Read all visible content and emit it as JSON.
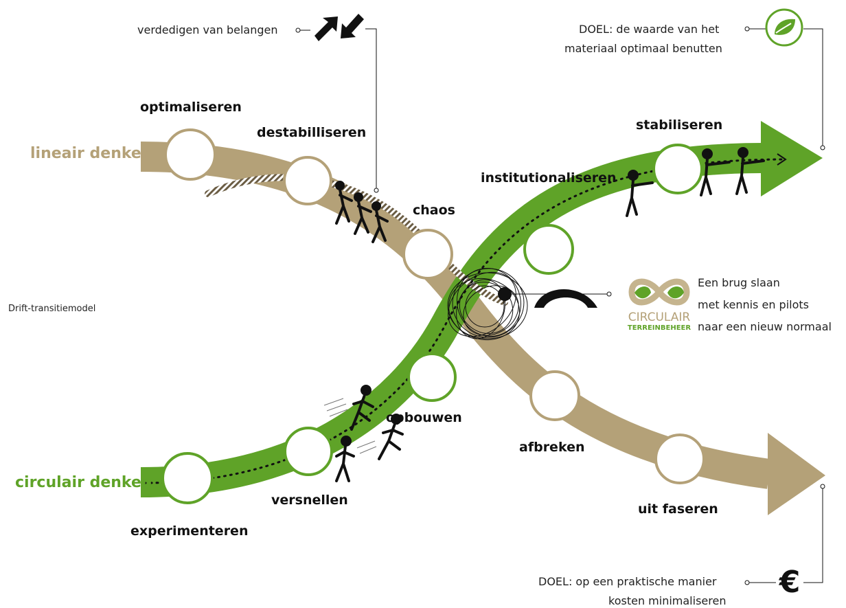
{
  "caption": "Drift-transitiemodel",
  "tracks": {
    "linear": "lineair denken",
    "circular": "circulair denken"
  },
  "phases": {
    "optimaliseren": "optimaliseren",
    "destabiliseren": "destabilliseren",
    "chaos": "chaos",
    "afbreken": "afbreken",
    "uit_faseren": "uit faseren",
    "experimenteren": "experimenteren",
    "versnellen": "versnellen",
    "opbouwen": "opbouwen",
    "institutionaliseren": "institutionaliseren",
    "stabiliseren": "stabiliseren"
  },
  "notes": {
    "verdedigen": "verdedigen van belangen",
    "doel_top_1": "DOEL: de waarde van het",
    "doel_top_2": "materiaal optimaal benutten",
    "brug_1": "Een brug slaan",
    "brug_2": "met kennis en pilots",
    "brug_3": "naar een nieuw normaal",
    "doel_bottom_1": "DOEL: op een praktische manier",
    "doel_bottom_2": "kosten minimaliseren"
  },
  "logo": {
    "line1": "CIRCULAIR",
    "line2": "TERREINBEHEER"
  },
  "icons": {
    "euro": "€"
  },
  "colors": {
    "linear": "#b4a178",
    "circular": "#5fa328",
    "ink": "#111111"
  }
}
